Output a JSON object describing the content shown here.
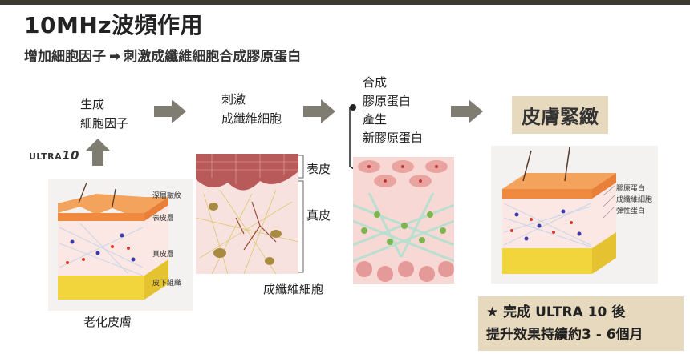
{
  "header": {
    "title": "10MHz波頻作用",
    "subtitle_left": "增加細胞因子",
    "subtitle_arrow": "➡",
    "subtitle_right": "刺激成纖維細胞合成膠原蛋白"
  },
  "steps": {
    "step1_line1": "生成",
    "step1_line2": "細胞因子",
    "step2_line1": "刺激",
    "step2_line2": "成纖維細胞",
    "step3_line1": "合成",
    "step3_line2": "膠原蛋白",
    "step3_line3": "產生",
    "step3_line4": "新膠原蛋白",
    "result_tag": "皮膚緊緻"
  },
  "ultra_logo": {
    "prefix": "ULTRA",
    "suffix": "10"
  },
  "skin_left": {
    "caption": "老化皮膚",
    "label_wrinkle": "深層皺紋",
    "label_epidermis": "表皮層",
    "label_dermis": "真皮層",
    "label_subcutaneous": "皮下組織"
  },
  "skin_middle": {
    "label_epidermis": "表皮",
    "label_dermis": "真皮",
    "label_fibroblast": "成纖維細胞"
  },
  "skin_right": {
    "label_collagen": "膠原蛋白",
    "label_fibroblast": "成纖維細胞",
    "label_elastin": "彈性蛋白"
  },
  "result": {
    "line1": "★ 完成 ULTRA 10 後",
    "line2": "提升效果持續約3 - 6個月"
  },
  "colors": {
    "arrow": "#7f7c72",
    "tag_bg": "#e7d9bd",
    "skin_top": "#f4a35c",
    "fat": "#f2d53c",
    "dermis": "#fbe7e3"
  }
}
